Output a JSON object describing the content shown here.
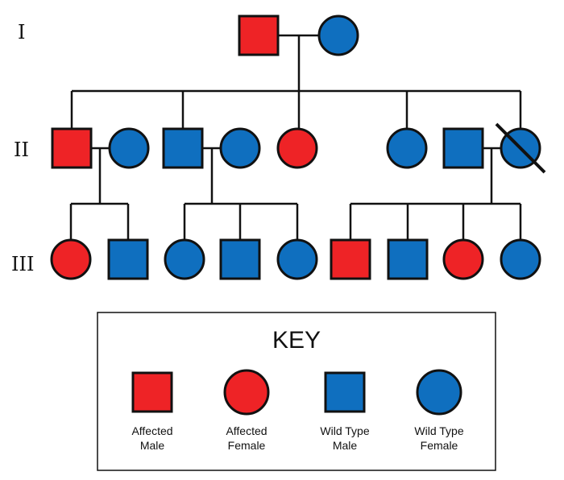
{
  "colors": {
    "affected": "#ee2326",
    "wild_type": "#0f6fbf",
    "outline": "#111111"
  },
  "generations": [
    "I",
    "II",
    "III"
  ],
  "key": {
    "title": "KEY",
    "items": [
      {
        "shape": "square",
        "status": "affected",
        "line1": "Affected",
        "line2": "Male"
      },
      {
        "shape": "circle",
        "status": "affected",
        "line1": "Affected",
        "line2": "Female"
      },
      {
        "shape": "square",
        "status": "wild_type",
        "line1": "Wild Type",
        "line2": "Male"
      },
      {
        "shape": "circle",
        "status": "wild_type",
        "line1": "Wild Type",
        "line2": "Female"
      }
    ]
  },
  "individuals": [
    {
      "id": "I-1",
      "generation": "I",
      "sex": "male",
      "status": "affected",
      "deceased": false
    },
    {
      "id": "I-2",
      "generation": "I",
      "sex": "female",
      "status": "wild_type",
      "deceased": false
    },
    {
      "id": "II-1",
      "generation": "II",
      "sex": "male",
      "status": "affected",
      "deceased": false
    },
    {
      "id": "II-2",
      "generation": "II",
      "sex": "female",
      "status": "wild_type",
      "deceased": false
    },
    {
      "id": "II-3",
      "generation": "II",
      "sex": "male",
      "status": "wild_type",
      "deceased": false
    },
    {
      "id": "II-4",
      "generation": "II",
      "sex": "female",
      "status": "wild_type",
      "deceased": false
    },
    {
      "id": "II-5",
      "generation": "II",
      "sex": "female",
      "status": "affected",
      "deceased": false
    },
    {
      "id": "II-6",
      "generation": "II",
      "sex": "female",
      "status": "wild_type",
      "deceased": false
    },
    {
      "id": "II-7",
      "generation": "II",
      "sex": "male",
      "status": "wild_type",
      "deceased": false
    },
    {
      "id": "II-8",
      "generation": "II",
      "sex": "female",
      "status": "wild_type",
      "deceased": true
    },
    {
      "id": "III-1",
      "generation": "III",
      "sex": "female",
      "status": "affected",
      "deceased": false
    },
    {
      "id": "III-2",
      "generation": "III",
      "sex": "male",
      "status": "wild_type",
      "deceased": false
    },
    {
      "id": "III-3",
      "generation": "III",
      "sex": "female",
      "status": "wild_type",
      "deceased": false
    },
    {
      "id": "III-4",
      "generation": "III",
      "sex": "male",
      "status": "wild_type",
      "deceased": false
    },
    {
      "id": "III-5",
      "generation": "III",
      "sex": "female",
      "status": "wild_type",
      "deceased": false
    },
    {
      "id": "III-6",
      "generation": "III",
      "sex": "male",
      "status": "affected",
      "deceased": false
    },
    {
      "id": "III-7",
      "generation": "III",
      "sex": "male",
      "status": "wild_type",
      "deceased": false
    },
    {
      "id": "III-8",
      "generation": "III",
      "sex": "female",
      "status": "affected",
      "deceased": false
    },
    {
      "id": "III-9",
      "generation": "III",
      "sex": "female",
      "status": "wild_type",
      "deceased": false
    }
  ],
  "matings": [
    {
      "partners": [
        "I-1",
        "I-2"
      ],
      "children": [
        "II-1",
        "II-3",
        "II-5",
        "II-6",
        "II-8"
      ]
    },
    {
      "partners": [
        "II-1",
        "II-2"
      ],
      "children": [
        "III-1",
        "III-2"
      ]
    },
    {
      "partners": [
        "II-3",
        "II-4"
      ],
      "children": [
        "III-3",
        "III-4",
        "III-5"
      ]
    },
    {
      "partners": [
        "II-7",
        "II-8"
      ],
      "children": [
        "III-6",
        "III-7",
        "III-8",
        "III-9"
      ]
    }
  ]
}
